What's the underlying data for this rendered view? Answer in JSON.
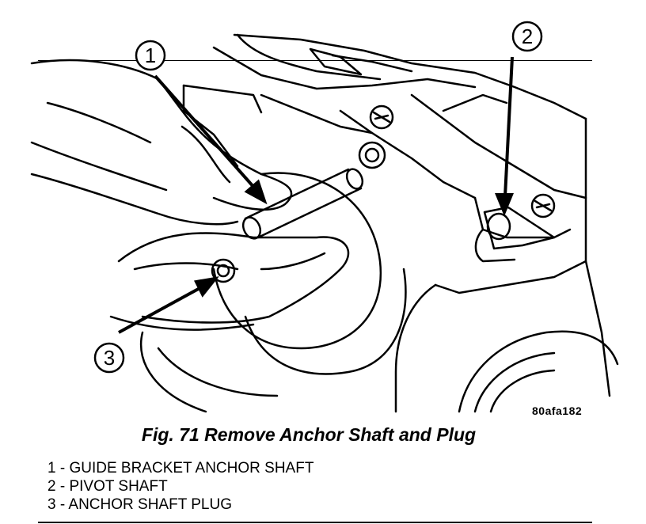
{
  "figure": {
    "code": "80afa182",
    "caption": "Fig. 71 Remove Anchor Shaft and Plug"
  },
  "callouts": [
    {
      "number": "1"
    },
    {
      "number": "2"
    },
    {
      "number": "3"
    }
  ],
  "legend": [
    "1 - GUIDE BRACKET ANCHOR SHAFT",
    "2 - PIVOT SHAFT",
    "3 - ANCHOR SHAFT PLUG"
  ]
}
